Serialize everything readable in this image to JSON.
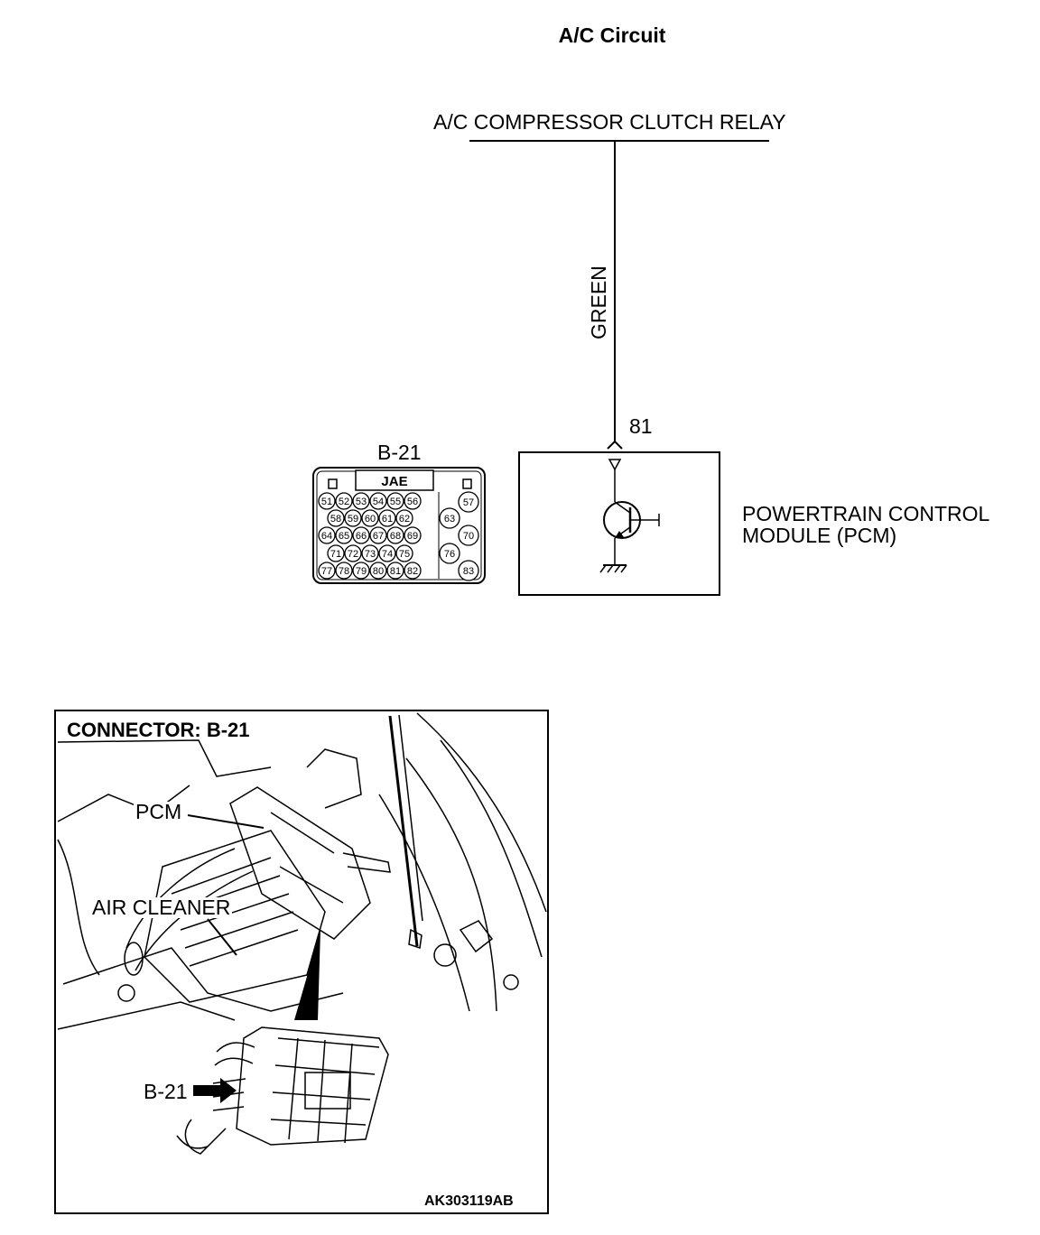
{
  "title": "A/C Circuit",
  "relay_label": "A/C COMPRESSOR CLUTCH RELAY",
  "wire_color": "GREEN",
  "pin_number": "81",
  "connector": {
    "name": "B-21",
    "maker": "JAE",
    "pins": [
      [
        "51",
        "52",
        "53",
        "54",
        "55",
        "56"
      ],
      [
        "58",
        "59",
        "60",
        "61",
        "62"
      ],
      [
        "64",
        "65",
        "66",
        "67",
        "68",
        "69"
      ],
      [
        "71",
        "72",
        "73",
        "74",
        "75"
      ],
      [
        "77",
        "78",
        "79",
        "80",
        "81",
        "82"
      ]
    ],
    "side_pins": [
      "57",
      "63",
      "70",
      "76",
      "83"
    ]
  },
  "pcm_label_line1": "POWERTRAIN CONTROL",
  "pcm_label_line2": "MODULE (PCM)",
  "photo": {
    "heading": "CONNECTOR: B-21",
    "callout_pcm": "PCM",
    "callout_air_cleaner": "AIR CLEANER",
    "callout_connector": "B-21",
    "figure_id": "AK303119AB"
  }
}
